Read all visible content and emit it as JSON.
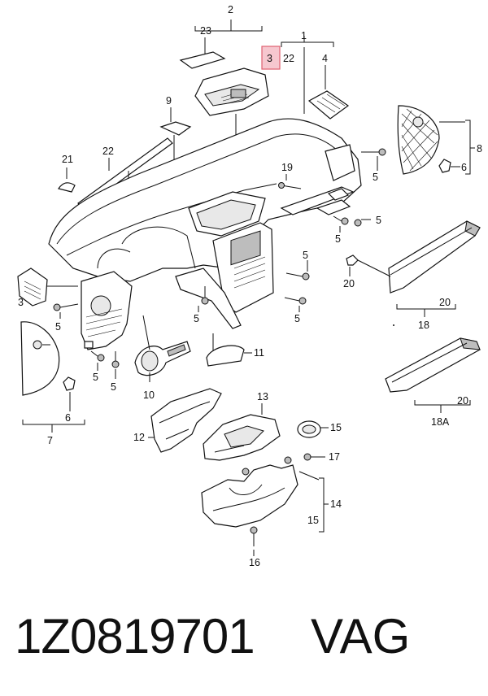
{
  "callouts": {
    "c1": "1",
    "c2": "2",
    "c3_top": "3",
    "c3_left": "3",
    "c4": "4",
    "c5a": "5",
    "c5b": "5",
    "c5c": "5",
    "c5d": "5",
    "c5e": "5",
    "c5f": "5",
    "c5g": "5",
    "c5h": "5",
    "c5i": "5",
    "c6a": "6",
    "c6b": "6",
    "c7": "7",
    "c8": "8",
    "c9": "9",
    "c10": "10",
    "c11": "11",
    "c12": "12",
    "c13": "13",
    "c14": "14",
    "c15a": "15",
    "c15b": "15",
    "c16": "16",
    "c17": "17",
    "c18": "18",
    "c18a": "18A",
    "c19": "19",
    "c20a": "20",
    "c20b": "20",
    "c20c": "20",
    "c21": "21",
    "c22a": "22",
    "c22b": "22",
    "c23": "23"
  },
  "highlight_color": "#e06070",
  "caption": {
    "part_number": "1Z0819701",
    "brand": "VAG"
  }
}
